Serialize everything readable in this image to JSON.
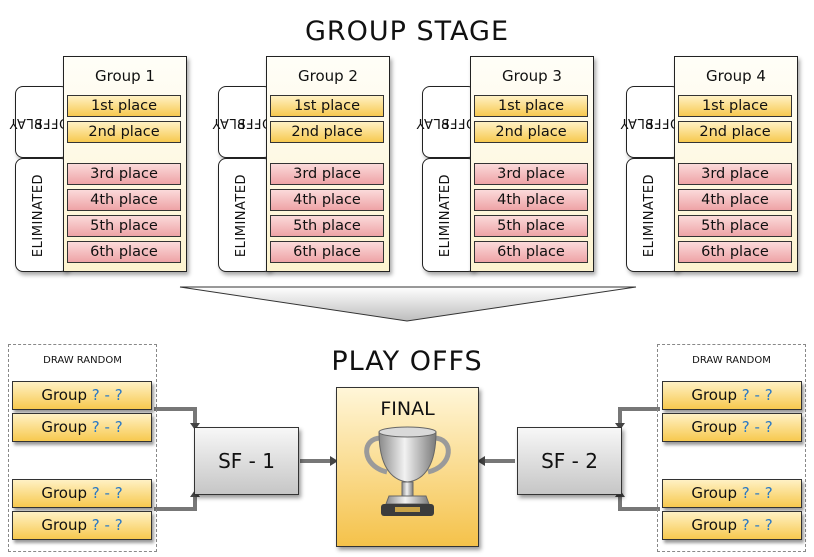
{
  "group_stage": {
    "title": "GROUP STAGE",
    "label_advance": [
      "PLAY",
      "OFFS"
    ],
    "label_eliminated": "ELIMINATED",
    "groups": [
      {
        "name": "Group 1",
        "places": [
          "1st place",
          "2nd place",
          "3rd place",
          "4th place",
          "5th place",
          "6th place"
        ]
      },
      {
        "name": "Group 2",
        "places": [
          "1st place",
          "2nd place",
          "3rd place",
          "4th place",
          "5th place",
          "6th place"
        ]
      },
      {
        "name": "Group 3",
        "places": [
          "1st place",
          "2nd place",
          "3rd place",
          "4th place",
          "5th place",
          "6th place"
        ]
      },
      {
        "name": "Group 4",
        "places": [
          "1st place",
          "2nd place",
          "3rd place",
          "4th place",
          "5th place",
          "6th place"
        ]
      }
    ]
  },
  "playoffs": {
    "title": "PLAY OFFS",
    "draw_label": "DRAW RANDOM",
    "slot_prefix": "Group",
    "slot_unknown": "? - ?",
    "semifinal_left": "SF - 1",
    "semifinal_right": "SF - 2",
    "final_label": "FINAL",
    "trophy_icon": "trophy-icon"
  },
  "colors": {
    "advance": "#f7c94f",
    "eliminated": "#eea3a6",
    "final": "#f5c24a",
    "unknown_text": "#2a79c4"
  }
}
